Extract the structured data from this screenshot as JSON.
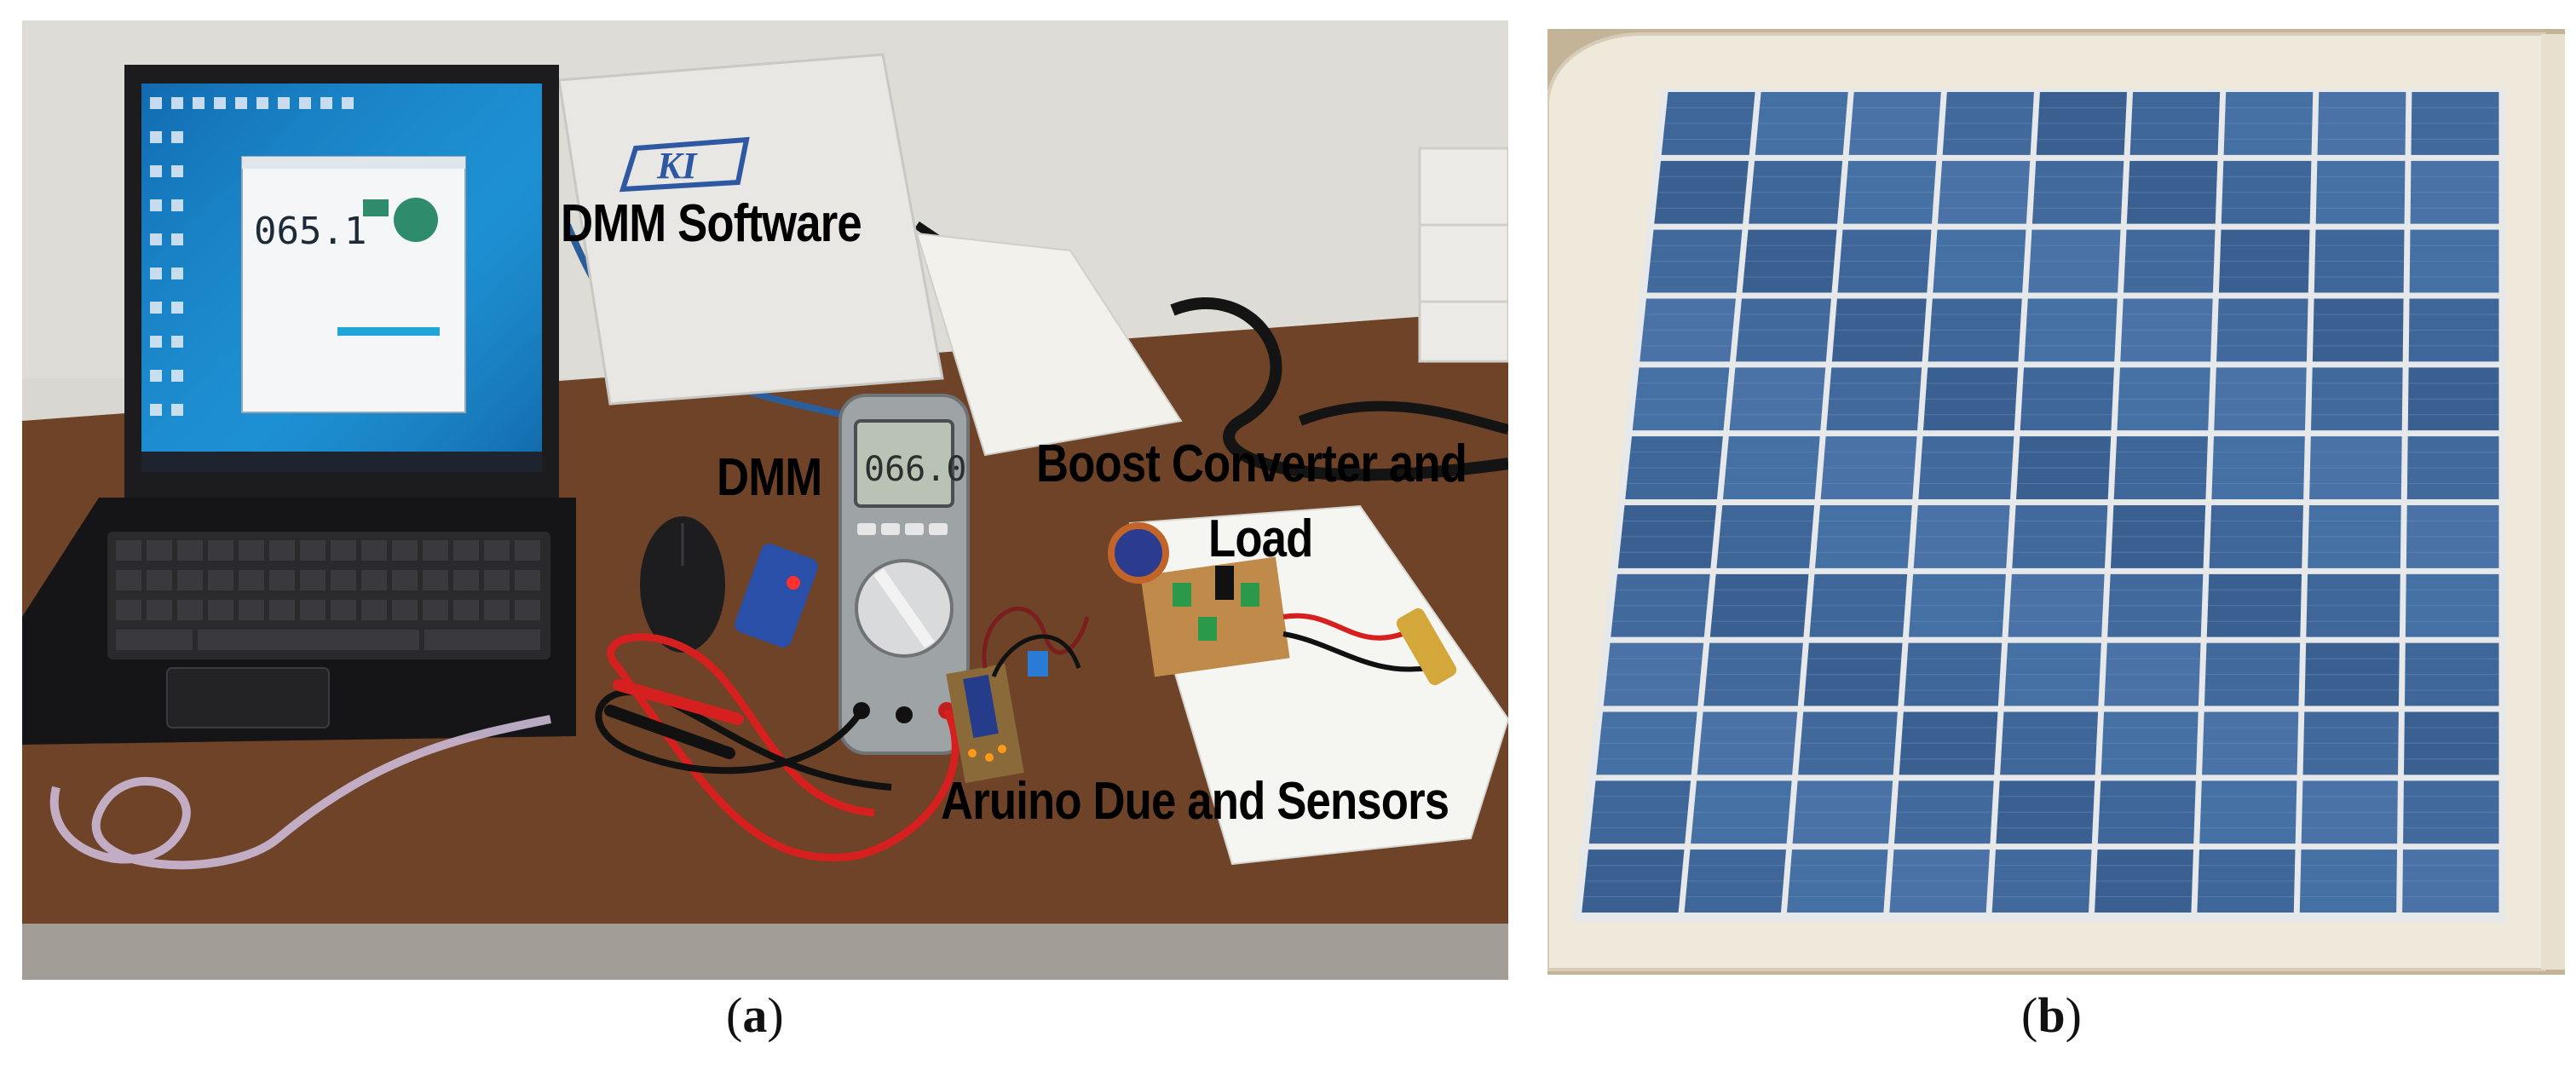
{
  "panel_a": {
    "caption_letter": "a",
    "labels": {
      "dmm_software": "DMM Software",
      "dmm": "DMM",
      "boost_line1": "Boost Converter and",
      "boost_line2": "Load",
      "arduino": "Aruino Due and Sensors"
    },
    "laptop_screen_reading": "065.1",
    "multimeter_reading": "066.0",
    "bag_logo_text": "KI"
  },
  "panel_b": {
    "caption_letter": "b",
    "panel_grid": {
      "rows": 12,
      "columns": 9
    }
  },
  "colors": {
    "desk": "#6b4126",
    "wall": "#dcdad5",
    "solar_cell": "#3f6699",
    "solar_frame": "#f1ece1",
    "laptop": "#1b1b1d",
    "screen": "#1a7fc8"
  }
}
